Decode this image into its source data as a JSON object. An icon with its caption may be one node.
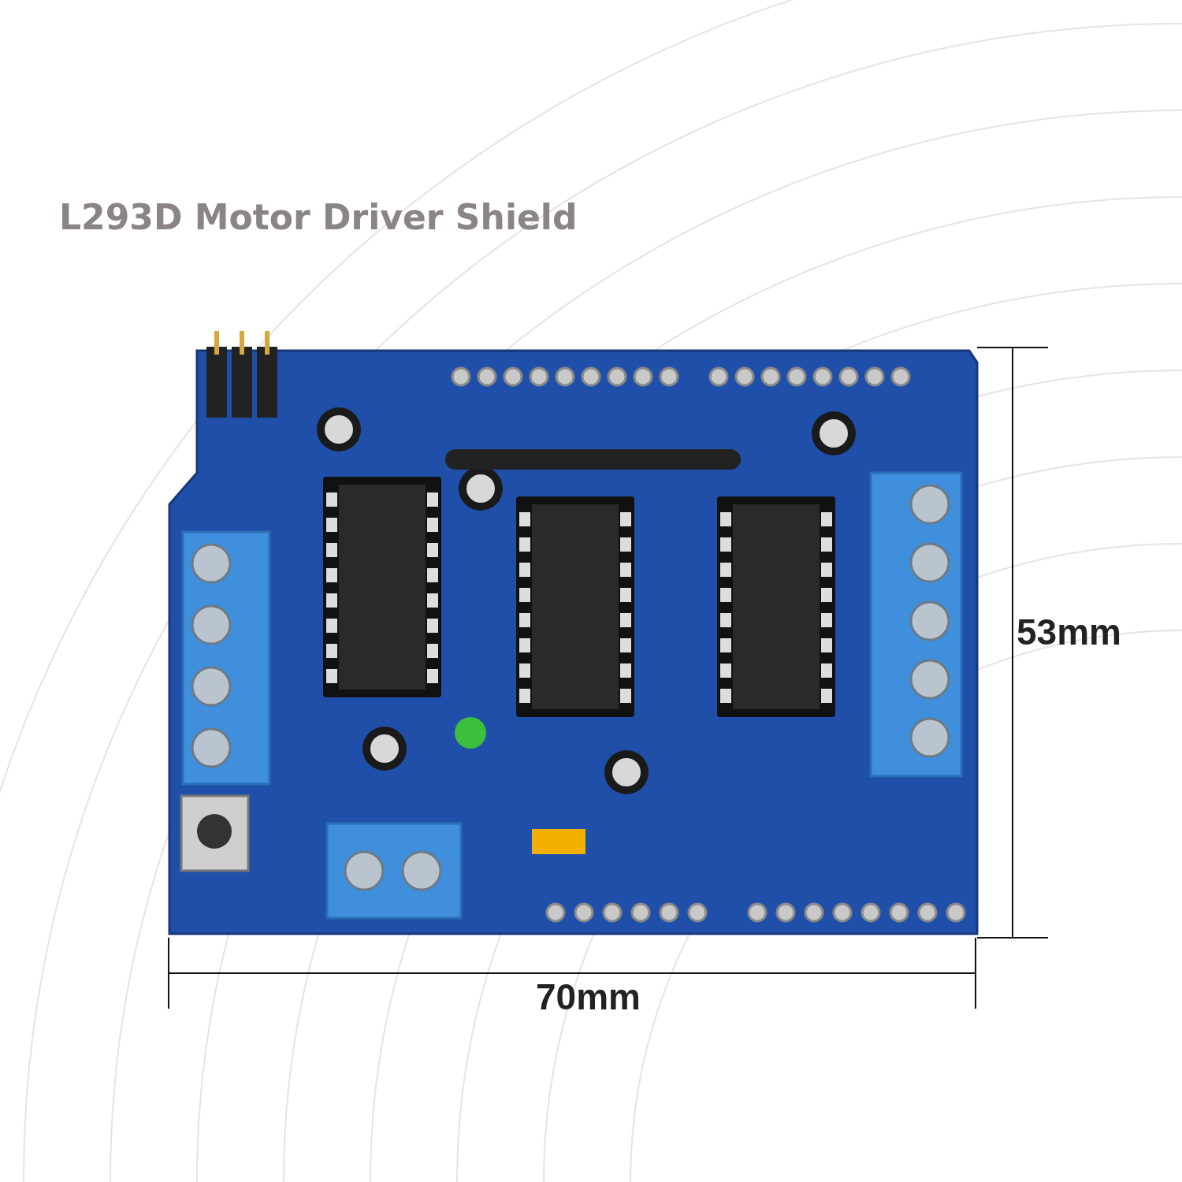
{
  "diagram": {
    "title": "L293D Motor Driver Shield",
    "labels": [
      "53mm",
      "70mm"
    ]
  }
}
